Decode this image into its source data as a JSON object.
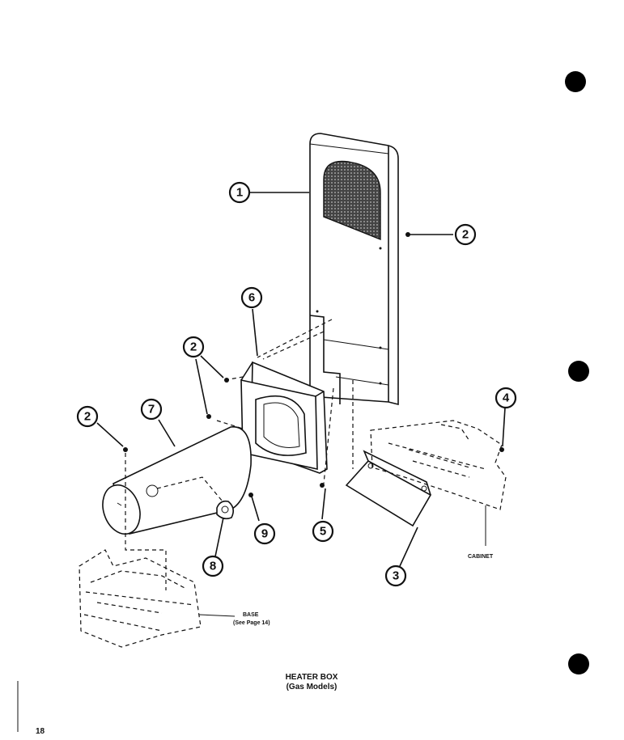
{
  "title": {
    "line1": "HEATER BOX",
    "line2": "(Gas Models)"
  },
  "page_number": "18",
  "labels": {
    "base_line1": "BASE",
    "base_line2": "(See Page 14)",
    "cabinet": "CABINET"
  },
  "callouts": {
    "c1": "1",
    "c2a": "2",
    "c2b": "2",
    "c2c": "2",
    "c3": "3",
    "c4": "4",
    "c5": "5",
    "c6": "6",
    "c7": "7",
    "c8": "8",
    "c9": "9"
  }
}
